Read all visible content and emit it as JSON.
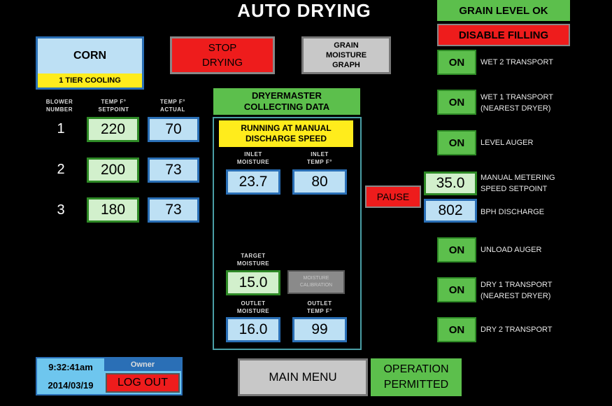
{
  "header": {
    "title": "AUTO DRYING"
  },
  "status": {
    "grain_level": "GRAIN LEVEL OK",
    "disable_filling": "DISABLE FILLING"
  },
  "crop": {
    "name": "CORN",
    "cooling": "1 TIER COOLING"
  },
  "controls": {
    "stop_drying": "STOP\nDRYING",
    "grain_moisture_graph": "GRAIN\nMOISTURE\nGRAPH",
    "pause": "PAUSE"
  },
  "blowers": {
    "header_number": "BLOWER\nNUMBER",
    "header_setpoint": "TEMP F°\nSETPOINT",
    "header_actual": "TEMP F°\nACTUAL",
    "rows": [
      {
        "number": "1",
        "setpoint": "220",
        "actual": "70"
      },
      {
        "number": "2",
        "setpoint": "200",
        "actual": "73"
      },
      {
        "number": "3",
        "setpoint": "180",
        "actual": "73"
      }
    ]
  },
  "dryermaster": {
    "status": "DRYERMASTER\nCOLLECTING DATA",
    "mode": "RUNNING AT MANUAL\nDISCHARGE SPEED",
    "inlet_moisture_label": "INLET\nMOISTURE",
    "inlet_moisture": "23.7",
    "inlet_temp_label": "INLET\nTEMP F°",
    "inlet_temp": "80",
    "target_moisture_label": "TARGET\nMOISTURE",
    "target_moisture": "15.0",
    "moisture_calibration": "MOISTURE\nCALIBRATION",
    "outlet_moisture_label": "OUTLET\nMOISTURE",
    "outlet_moisture": "16.0",
    "outlet_temp_label": "OUTLET\nTEMP F°",
    "outlet_temp": "99"
  },
  "metering": {
    "speed_setpoint": "35.0",
    "speed_setpoint_label": "MANUAL METERING\nSPEED SETPOINT",
    "bph": "802",
    "bph_label": "BPH DISCHARGE"
  },
  "equipment": [
    {
      "state": "ON",
      "label": "WET 2 TRANSPORT"
    },
    {
      "state": "ON",
      "label": "WET 1 TRANSPORT\n(NEAREST DRYER)"
    },
    {
      "state": "ON",
      "label": "LEVEL AUGER"
    },
    {
      "state": "ON",
      "label": "UNLOAD AUGER"
    },
    {
      "state": "ON",
      "label": "DRY 1 TRANSPORT\n(NEAREST DRYER)"
    },
    {
      "state": "ON",
      "label": "DRY 2 TRANSPORT"
    }
  ],
  "footer": {
    "time": "9:32:41am",
    "date": "2014/03/19",
    "user": "Owner",
    "logout": "LOG OUT",
    "main_menu": "MAIN MENU",
    "operation": "OPERATION\nPERMITTED"
  }
}
